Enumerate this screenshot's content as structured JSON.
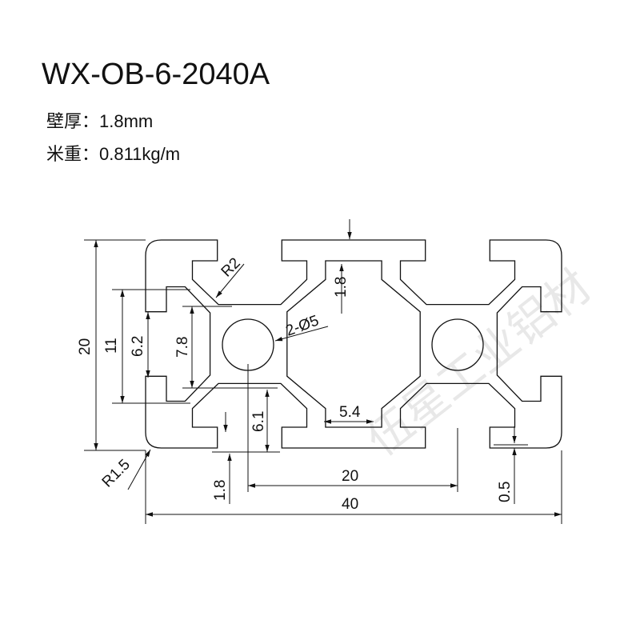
{
  "title": "WX-OB-6-2040A",
  "specs": {
    "wall_thickness": "壁厚：1.8mm",
    "weight_per_meter": "米重：0.811kg/m"
  },
  "watermark": "伍星工业铝材",
  "dimensions": {
    "height_20": "20",
    "slot_11": "11",
    "slot_6_2": "6.2",
    "depth_7_8": "7.8",
    "radius_r2": "R2",
    "wall_1_8_top": "1.8",
    "holes": "2-Ø5",
    "width_5_4": "5.4",
    "depth_6_1": "6.1",
    "radius_r1_5": "R1.5",
    "wall_1_8_bottom": "1.8",
    "pitch_20": "20",
    "width_40": "40",
    "lip_0_5": "0.5"
  },
  "colors": {
    "line": "#111111",
    "watermark": "#d6d6d6"
  }
}
